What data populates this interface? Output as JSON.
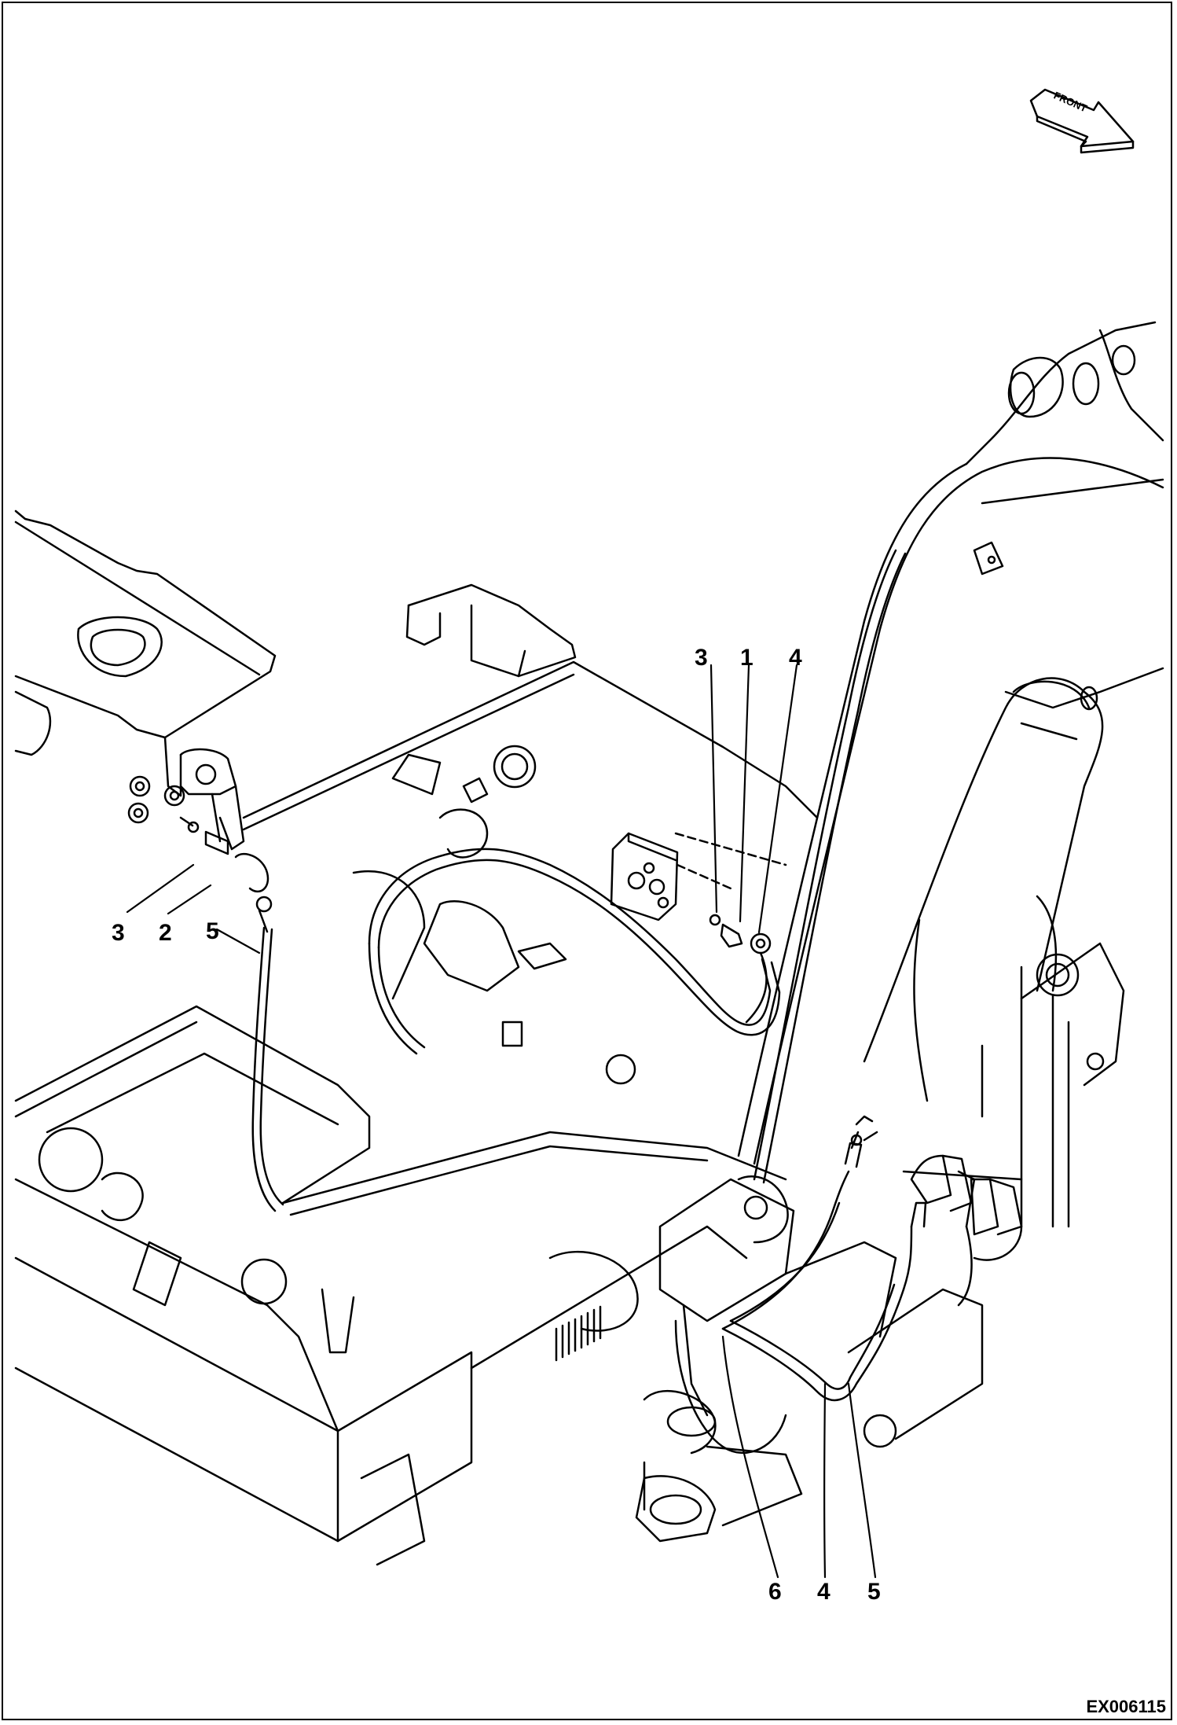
{
  "figure_code": "EX006115",
  "front_arrow_label": "FRONT",
  "callouts": {
    "left_3": "3",
    "left_2": "2",
    "left_5": "5",
    "top_3": "3",
    "top_1": "1",
    "top_4": "4",
    "bottom_6": "6",
    "bottom_4": "4",
    "bottom_5": "5"
  },
  "colors": {
    "line": "#000000",
    "background": "#ffffff"
  }
}
